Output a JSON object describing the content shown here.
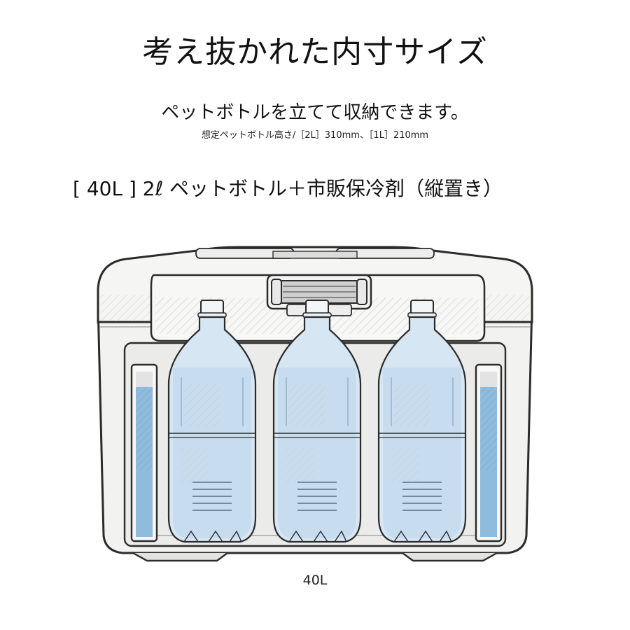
{
  "title": "考え抜かれた内寸サイズ",
  "subtitle": "ペットボトルを立てて収納できます。",
  "note": "想定ペットボトル高さ/［2L］310mm、［1L］210mm",
  "heading": "[ 40L ] 2ℓ ペットボトル＋市販保冷剤（縦置き）",
  "caption": "40L",
  "colors": {
    "outline": "#2b2b2b",
    "body": "#f2f2f0",
    "ice_pack": "#8fbbdc",
    "bottle": "#cfe0ef"
  }
}
